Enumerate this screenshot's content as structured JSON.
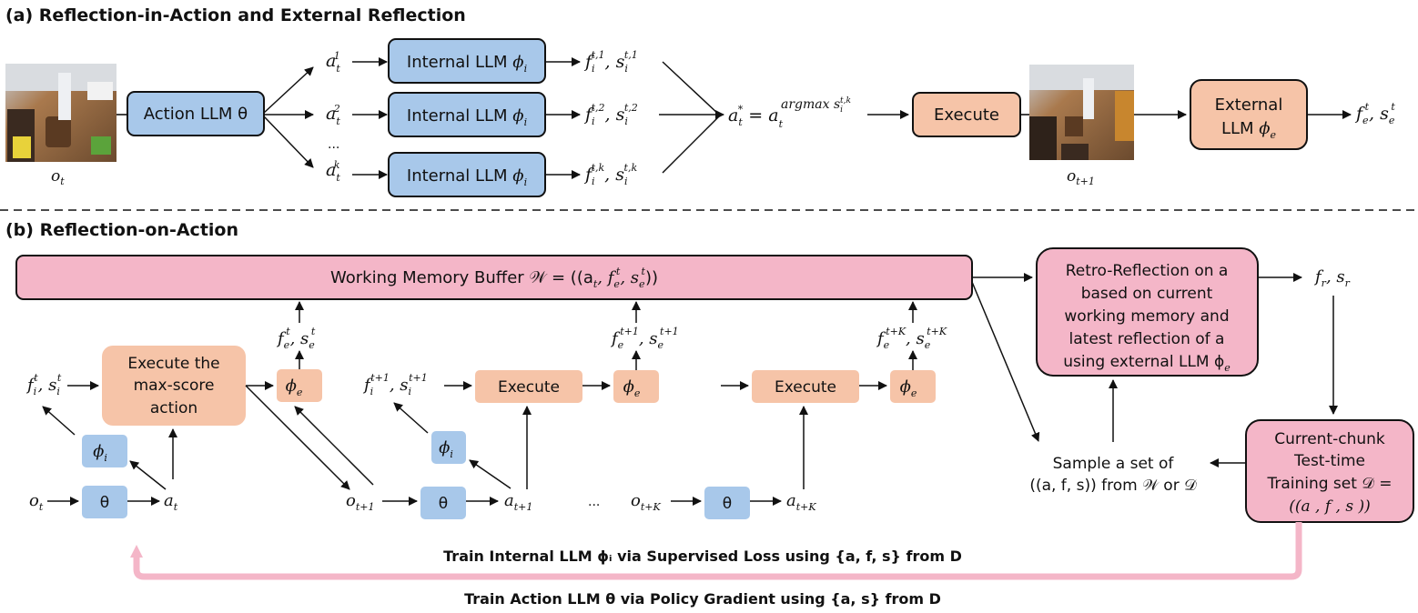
{
  "colors": {
    "blue_box": "#a8c8ea",
    "peach_box": "#f6c4a8",
    "pink_box": "#f4b6c8",
    "pink_arrow": "#f4b6c8",
    "stroke": "#111111"
  },
  "section_a": {
    "title": "(a) Reflection-in-Action and External Reflection",
    "obs_t_label": "o",
    "obs_t_sub": "t",
    "obs_t1_label": "o",
    "obs_t1_sub": "t+1",
    "action_llm": "Action LLM θ",
    "candidates": [
      {
        "a": "a",
        "sub": "t",
        "sup": "1",
        "llm": "Internal LLM ",
        "phi": "ϕ",
        "phi_sub": "i",
        "f": "f",
        "f_sub": "i",
        "f_sup": "t,1",
        "s": ", s",
        "s_sub": "i",
        "s_sup": "t,1"
      },
      {
        "a": "a",
        "sub": "t",
        "sup": "2",
        "llm": "Internal LLM ",
        "phi": "ϕ",
        "phi_sub": "i",
        "f": "f",
        "f_sub": "i",
        "f_sup": "t,2",
        "s": ", s",
        "s_sub": "i",
        "s_sup": "t,2"
      },
      {
        "a": "a",
        "sub": "t",
        "sup": "k",
        "llm": "Internal LLM ",
        "phi": "ϕ",
        "phi_sub": "i",
        "f": "f",
        "f_sub": "i",
        "f_sup": "t,k",
        "s": ", s",
        "s_sub": "i",
        "s_sup": "t,k"
      }
    ],
    "ellipsis": "...",
    "best_action_lhs": "a",
    "best_action_lhs_sub": "t",
    "best_action_lhs_sup": "*",
    "best_action_eq": " = a",
    "best_action_rhs_sub": "t",
    "best_action_rhs_sup": "argmax s",
    "best_action_rhs_sup_sub": "i",
    "best_action_rhs_sup_sup": "t,k",
    "execute": "Execute",
    "external_llm_line1": "External",
    "external_llm_line2": "LLM ",
    "external_phi": "ϕ",
    "external_phi_sub": "e",
    "external_out_f": "f",
    "external_out_f_sub": "e",
    "external_out_f_sup": "t",
    "external_out_s": ", s",
    "external_out_s_sub": "e",
    "external_out_s_sup": "t"
  },
  "section_b": {
    "title": "(b) Reflection-on-Action",
    "memory_buffer": "Working Memory Buffer 𝒲 = ((a",
    "memory_buffer_a_sub": "t",
    "memory_buffer_mid": ", f",
    "memory_buffer_f_sub": "e",
    "memory_buffer_f_sup": "t",
    "memory_buffer_s": ", s",
    "memory_buffer_s_sub": "e",
    "memory_buffer_s_sup": "t",
    "memory_buffer_end": "))",
    "execute_max_lines": [
      "Execute the",
      "max-score",
      "action"
    ],
    "execute": "Execute",
    "phi": "ϕ",
    "phi_e_sub": "e",
    "phi_i_sub": "i",
    "theta": "θ",
    "steps": [
      {
        "fi_sup": "t",
        "fe_sup": "t",
        "o_sub": "t",
        "a_sub": "t"
      },
      {
        "fi_sup": "t+1",
        "fe_sup": "t+1",
        "o_sub": "t+1",
        "a_sub": "t+1"
      },
      {
        "fi_sup": "",
        "fe_sup": "t+K",
        "o_sub": "t+K",
        "a_sub": "t+K"
      }
    ],
    "f": "f",
    "s": ", s",
    "o": "o",
    "a": "a",
    "i": "i",
    "e": "e",
    "ellipsis": "...",
    "retro_lines": [
      "Retro-Reflection on a",
      "based on current",
      "working memory and",
      "latest reflection of a",
      "using external LLM ϕ"
    ],
    "retro_phi_sub": "e",
    "fr_sr": "f",
    "fr_sub": "r",
    "sr": ", s",
    "sr_sub": "r",
    "sample_line1": "Sample a set of",
    "sample_line2": "((a, f, s)) from 𝒲 or 𝒟",
    "training_lines": [
      "Current-chunk",
      "Test-time",
      "Training set 𝒟 =",
      "((a , f , s ))"
    ],
    "train_internal": "Train Internal LLM ϕᵢ via Supervised Loss using {a, f, s} from D",
    "train_action": "Train Action LLM θ via Policy Gradient using {a, s} from D"
  }
}
